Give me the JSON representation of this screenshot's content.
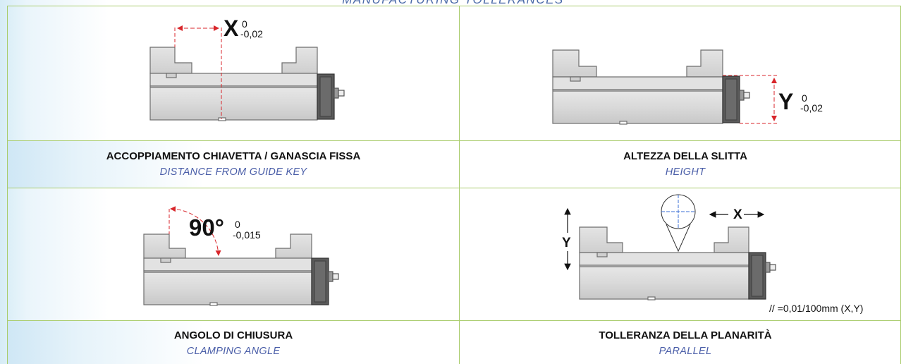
{
  "page_title": "MANUFACTURING TOLLERANCES",
  "panels": [
    {
      "title_it": "ACCOPPIAMENTO CHIAVETTA / GANASCIA FISSA",
      "title_en": "DISTANCE FROM GUIDE KEY",
      "dim_letter": "X",
      "tol_upper": "0",
      "tol_lower": "-0,02"
    },
    {
      "title_it": "ALTEZZA DELLA SLITTA",
      "title_en": "HEIGHT",
      "dim_letter": "Y",
      "tol_upper": "0",
      "tol_lower": "-0,02"
    },
    {
      "title_it": "ANGOLO DI CHIUSURA",
      "title_en": "CLAMPING ANGLE",
      "dim_letter": "90°",
      "tol_upper": "0",
      "tol_lower": "-0,015"
    },
    {
      "title_it": "TOLLERANZA DELLA PLANARITÀ",
      "title_en": "PARALLEL",
      "x_label": "X",
      "y_label": "Y",
      "note": "// =0,01/100mm (X,Y)"
    }
  ],
  "colors": {
    "grid_line": "#a9cc6c",
    "dimension_red": "#d8262b",
    "english_caption": "#4a5ea8",
    "target_blue": "#3b6fd6"
  }
}
